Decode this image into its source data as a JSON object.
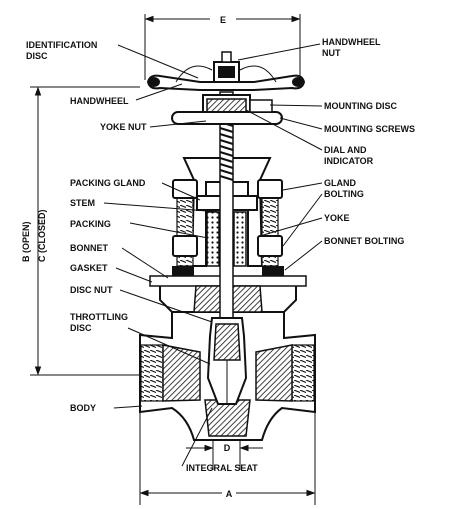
{
  "labels": {
    "identification_disc_1": "IDENTIFICATION",
    "identification_disc_2": "DISC",
    "handwheel_nut_1": "HANDWHEEL",
    "handwheel_nut_2": "NUT",
    "handwheel": "HANDWHEEL",
    "mounting_disc": "MOUNTING DISC",
    "yoke_nut": "YOKE NUT",
    "mounting_screws": "MOUNTING SCREWS",
    "dial_indicator_1": "DIAL AND",
    "dial_indicator_2": "INDICATOR",
    "packing_gland": "PACKING GLAND",
    "gland_bolting_1": "GLAND",
    "gland_bolting_2": "BOLTING",
    "stem": "STEM",
    "yoke": "YOKE",
    "packing": "PACKING",
    "bonnet_bolting": "BONNET BOLTING",
    "bonnet": "BONNET",
    "gasket": "GASKET",
    "disc_nut": "DISC NUT",
    "throttling_disc_1": "THROTTLING",
    "throttling_disc_2": "DISC",
    "body": "BODY",
    "integral_seat": "INTEGRAL SEAT"
  },
  "dimensions": {
    "e": "E",
    "a": "A",
    "d": "D",
    "b_open": "B (OPEN)",
    "c_closed": "C (CLOSED)"
  }
}
